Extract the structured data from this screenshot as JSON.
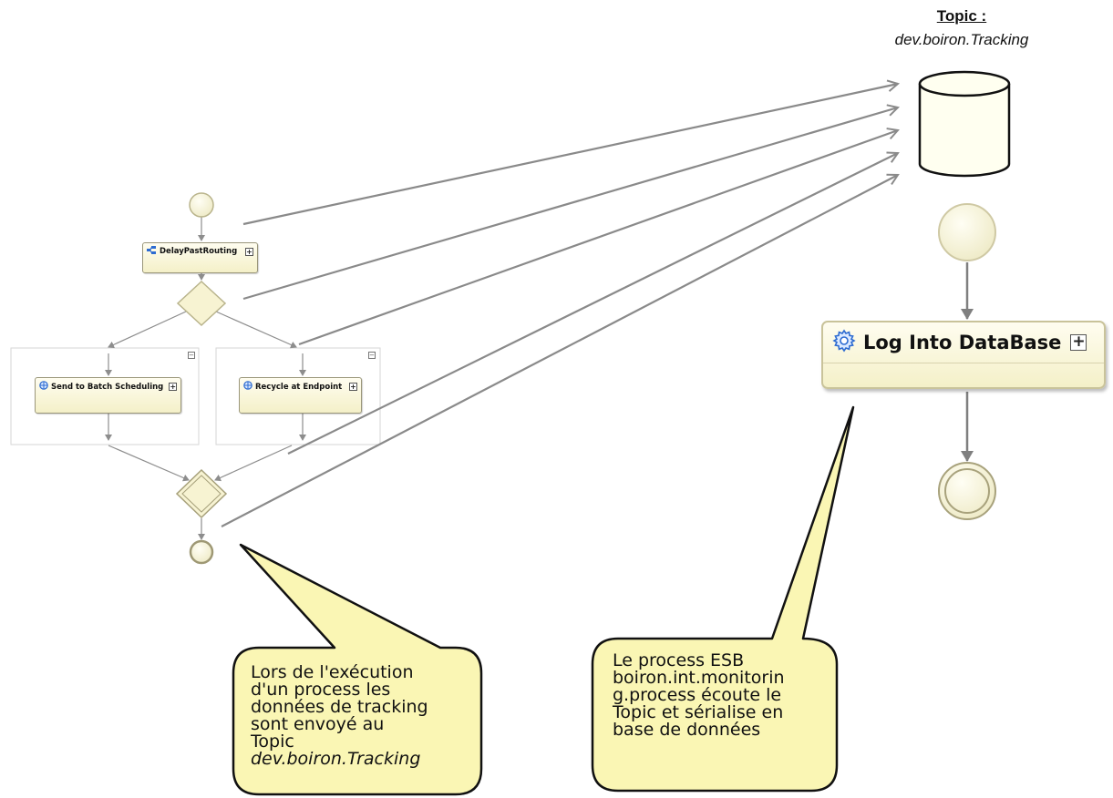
{
  "topic": {
    "heading": "Topic :",
    "name": "dev.boiron.Tracking"
  },
  "left_process": {
    "tasks": [
      {
        "label": "DelayPastRouting",
        "icon": "connector-icon"
      },
      {
        "label": "Send to Batch Scheduling",
        "icon": "globe-service-icon"
      },
      {
        "label": "Recycle at Endpoint",
        "icon": "globe-service-icon"
      }
    ]
  },
  "right_process": {
    "task_label": "Log Into DataBase",
    "task_icon": "gear-icon"
  },
  "callouts": {
    "left": {
      "lines": [
        "Lors de l'exécution",
        "d'un process les",
        "données de tracking",
        "sont envoyé au",
        "Topic"
      ],
      "italic_line": "dev.boiron.Tracking"
    },
    "right": {
      "lines": [
        "Le process ESB",
        "boiron.int.monitorin",
        "g.process écoute le",
        "Topic et sérialise en",
        "base de données"
      ]
    }
  },
  "colors": {
    "shape_fill": "#f7f3d2",
    "callout_fill": "#faf6b4",
    "arrow": "#8a8a8a",
    "subprocess_border": "#d0d0d0"
  }
}
